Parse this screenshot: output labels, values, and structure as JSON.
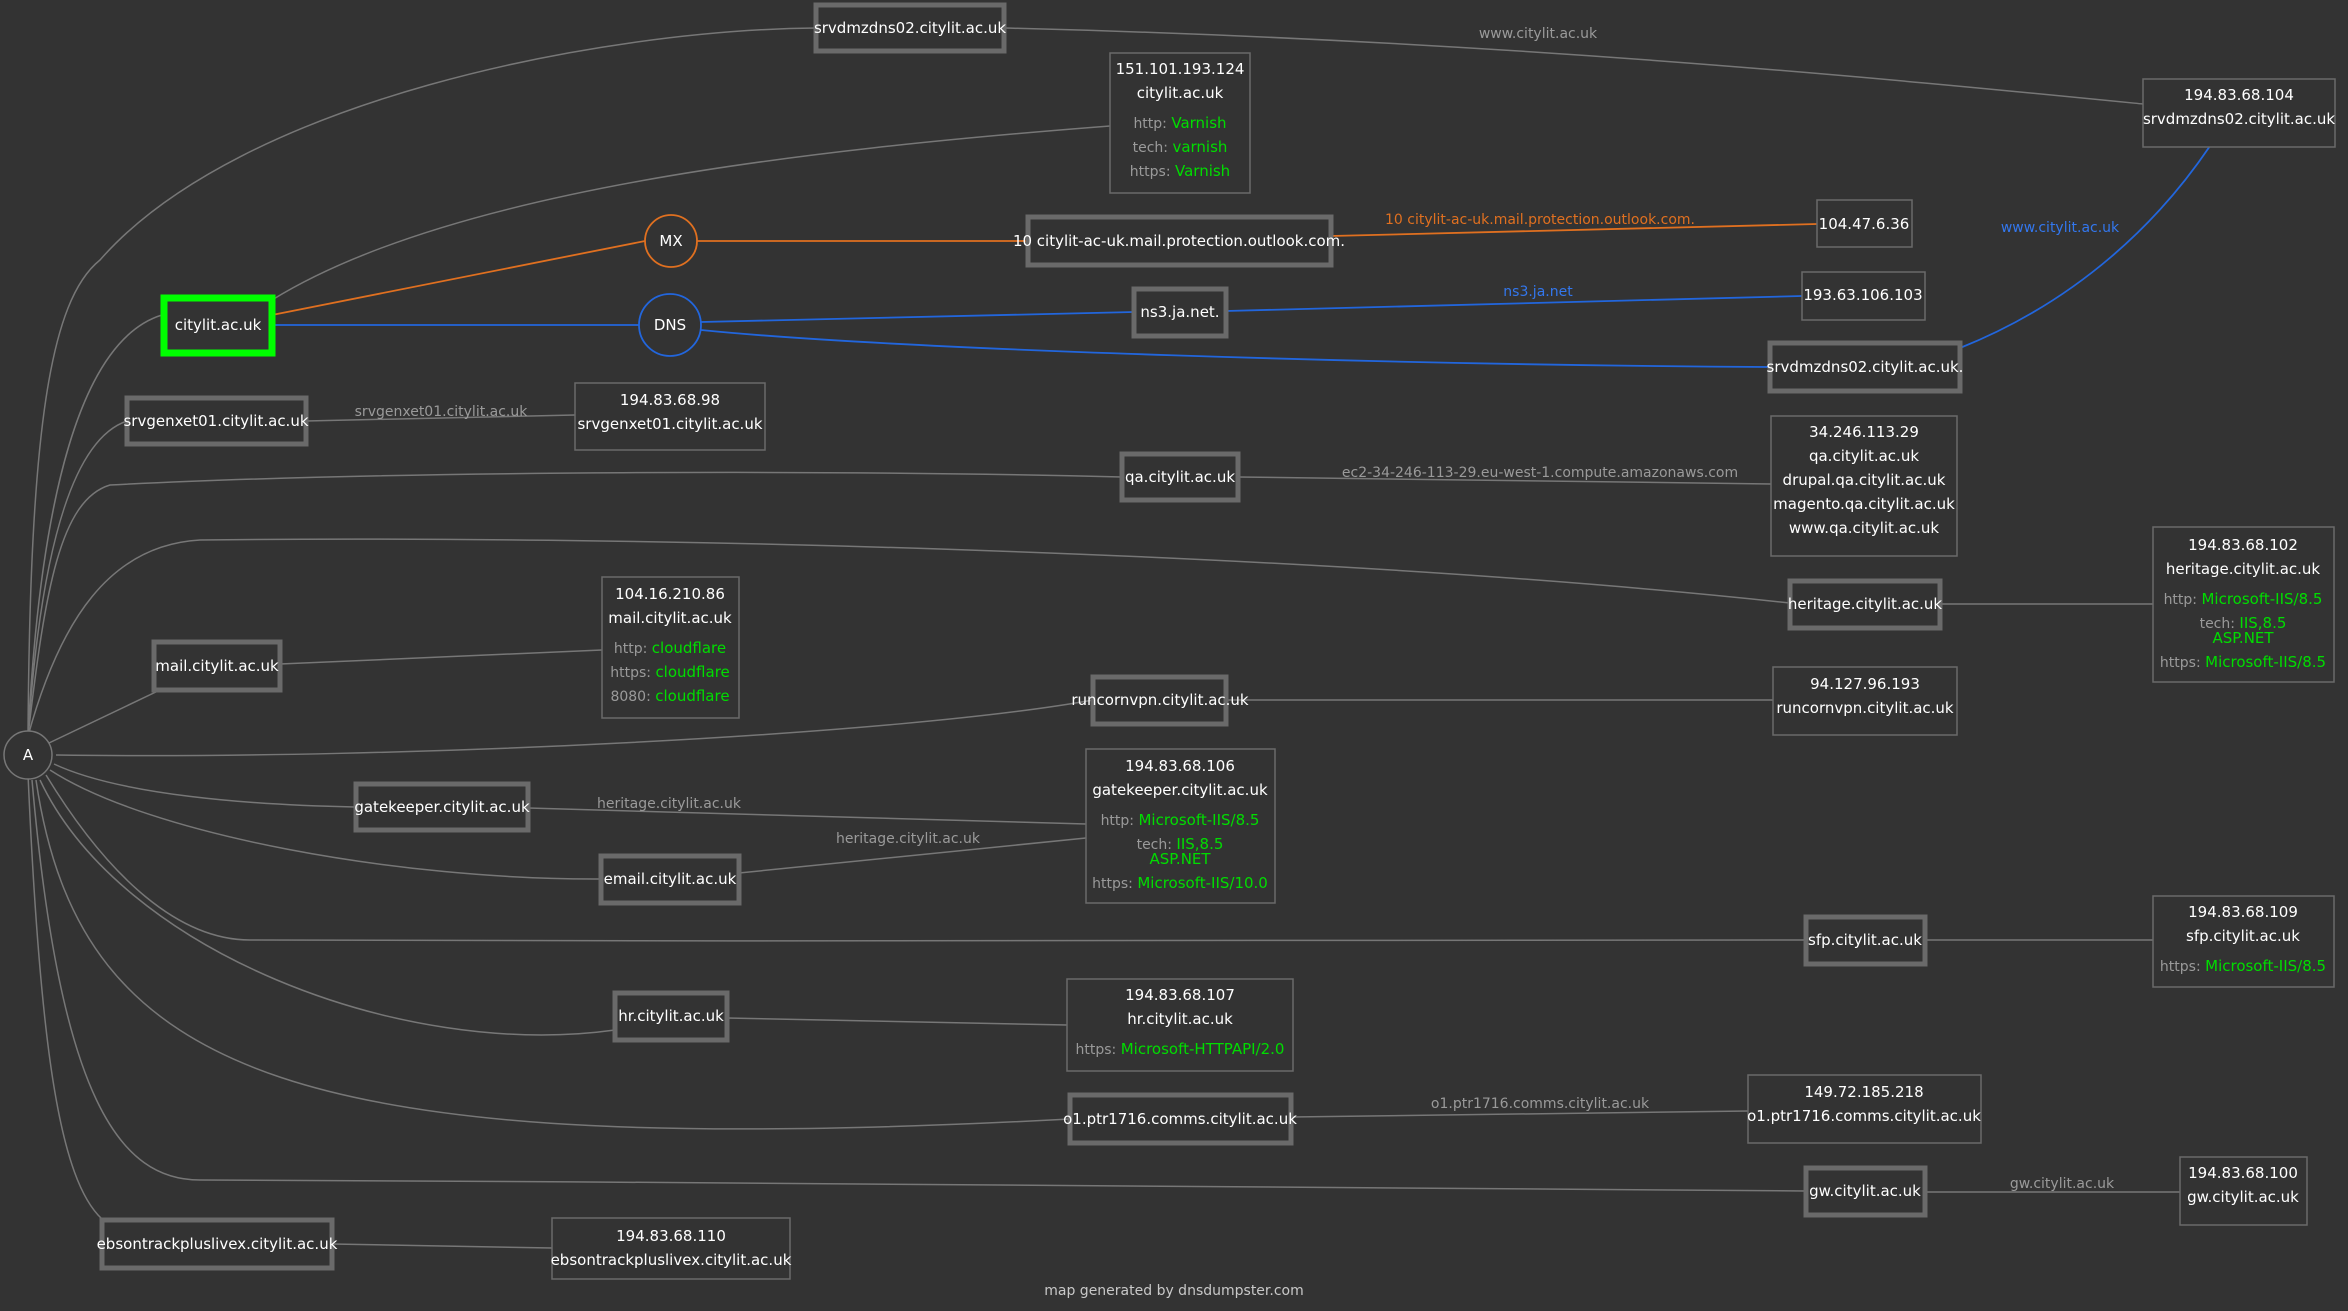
{
  "colors": {
    "background": "#333333",
    "edge_gray": "#777777",
    "edge_mx": "#e07020",
    "edge_dns": "#2266dd",
    "box_border": "#6a6a6a",
    "root_border": "#00ff00",
    "value_green": "#00dd00",
    "label_gray": "#9a9a9a",
    "label_orange": "#e07020",
    "label_blue": "#3377ee"
  },
  "root": {
    "label": "A"
  },
  "domain": {
    "label": "citylit.ac.uk"
  },
  "mx": {
    "label": "MX"
  },
  "dns": {
    "label": "DNS"
  },
  "hosts": {
    "srvdmzdns02_top": "srvdmzdns02.citylit.ac.uk",
    "mx_record": "10 citylit-ac-uk.mail.protection.outlook.com.",
    "ns3": "ns3.ja.net.",
    "srvdmzdns02_dns": "srvdmzdns02.citylit.ac.uk.",
    "srvgenxet01": "srvgenxet01.citylit.ac.uk",
    "qa": "qa.citylit.ac.uk",
    "heritage": "heritage.citylit.ac.uk",
    "mail": "mail.citylit.ac.uk",
    "runcornvpn": "runcornvpn.citylit.ac.uk",
    "gatekeeper": "gatekeeper.citylit.ac.uk",
    "email": "email.citylit.ac.uk",
    "sfp": "sfp.citylit.ac.uk",
    "hr": "hr.citylit.ac.uk",
    "o1ptr": "o1.ptr1716.comms.citylit.ac.uk",
    "gw": "gw.citylit.ac.uk",
    "ebsontrack": "ebsontrackpluslivex.citylit.ac.uk"
  },
  "ipboxes": {
    "ip_151": {
      "lines": [
        "151.101.193.124",
        "citylit.ac.uk"
      ],
      "attrs": [
        [
          "http:",
          "Varnish"
        ],
        [
          "tech:",
          "varnish"
        ],
        [
          "https:",
          "Varnish"
        ]
      ]
    },
    "ip_104_top": {
      "lines": [
        "194.83.68.104",
        "srvdmzdns02.citylit.ac.uk"
      ],
      "attrs": []
    },
    "ip_104_47": {
      "lines": [
        "104.47.6.36"
      ],
      "attrs": []
    },
    "ip_193_63": {
      "lines": [
        "193.63.106.103"
      ],
      "attrs": []
    },
    "ip_98": {
      "lines": [
        "194.83.68.98",
        "srvgenxet01.citylit.ac.uk"
      ],
      "attrs": []
    },
    "ip_34": {
      "lines": [
        "34.246.113.29",
        "qa.citylit.ac.uk",
        "drupal.qa.citylit.ac.uk",
        "magento.qa.citylit.ac.uk",
        "www.qa.citylit.ac.uk"
      ],
      "attrs": []
    },
    "ip_102": {
      "lines": [
        "194.83.68.102",
        "heritage.citylit.ac.uk"
      ],
      "attrs": [
        [
          "http:",
          "Microsoft-IIS/8.5"
        ],
        [
          "tech:",
          "IIS,8.5",
          "ASP.NET"
        ],
        [
          "https:",
          "Microsoft-IIS/8.5"
        ]
      ]
    },
    "ip_cf": {
      "lines": [
        "104.16.210.86",
        "mail.citylit.ac.uk"
      ],
      "attrs": [
        [
          "http:",
          "cloudflare"
        ],
        [
          "https:",
          "cloudflare"
        ],
        [
          "8080:",
          "cloudflare"
        ]
      ]
    },
    "ip_94": {
      "lines": [
        "94.127.96.193",
        "runcornvpn.citylit.ac.uk"
      ],
      "attrs": []
    },
    "ip_106": {
      "lines": [
        "194.83.68.106",
        "gatekeeper.citylit.ac.uk"
      ],
      "attrs": [
        [
          "http:",
          "Microsoft-IIS/8.5"
        ],
        [
          "tech:",
          "IIS,8.5",
          "ASP.NET"
        ],
        [
          "https:",
          "Microsoft-IIS/10.0"
        ]
      ]
    },
    "ip_109": {
      "lines": [
        "194.83.68.109",
        "sfp.citylit.ac.uk"
      ],
      "attrs": [
        [
          "https:",
          "Microsoft-IIS/8.5"
        ]
      ]
    },
    "ip_107": {
      "lines": [
        "194.83.68.107",
        "hr.citylit.ac.uk"
      ],
      "attrs": [
        [
          "https:",
          "Microsoft-HTTPAPI/2.0"
        ]
      ]
    },
    "ip_149": {
      "lines": [
        "149.72.185.218",
        "o1.ptr1716.comms.citylit.ac.uk"
      ],
      "attrs": []
    },
    "ip_100": {
      "lines": [
        "194.83.68.100",
        "gw.citylit.ac.uk"
      ],
      "attrs": []
    },
    "ip_110": {
      "lines": [
        "194.83.68.110",
        "ebsontrackpluslivex.citylit.ac.uk"
      ],
      "attrs": []
    }
  },
  "edge_labels": {
    "www_top": "www.citylit.ac.uk",
    "mx_edge": "10 citylit-ac-uk.mail.protection.outlook.com.",
    "www_dns": "www.citylit.ac.uk",
    "ns3_edge": "ns3.ja.net",
    "srvgenxet": "srvgenxet01.citylit.ac.uk",
    "qa_edge": "ec2-34-246-113-29.eu-west-1.compute.amazonaws.com",
    "gate_heritage": "heritage.citylit.ac.uk",
    "email_heritage": "heritage.citylit.ac.uk",
    "o1_edge": "o1.ptr1716.comms.citylit.ac.uk",
    "gw_edge": "gw.citylit.ac.uk"
  },
  "footer": "map generated by dnsdumpster.com"
}
